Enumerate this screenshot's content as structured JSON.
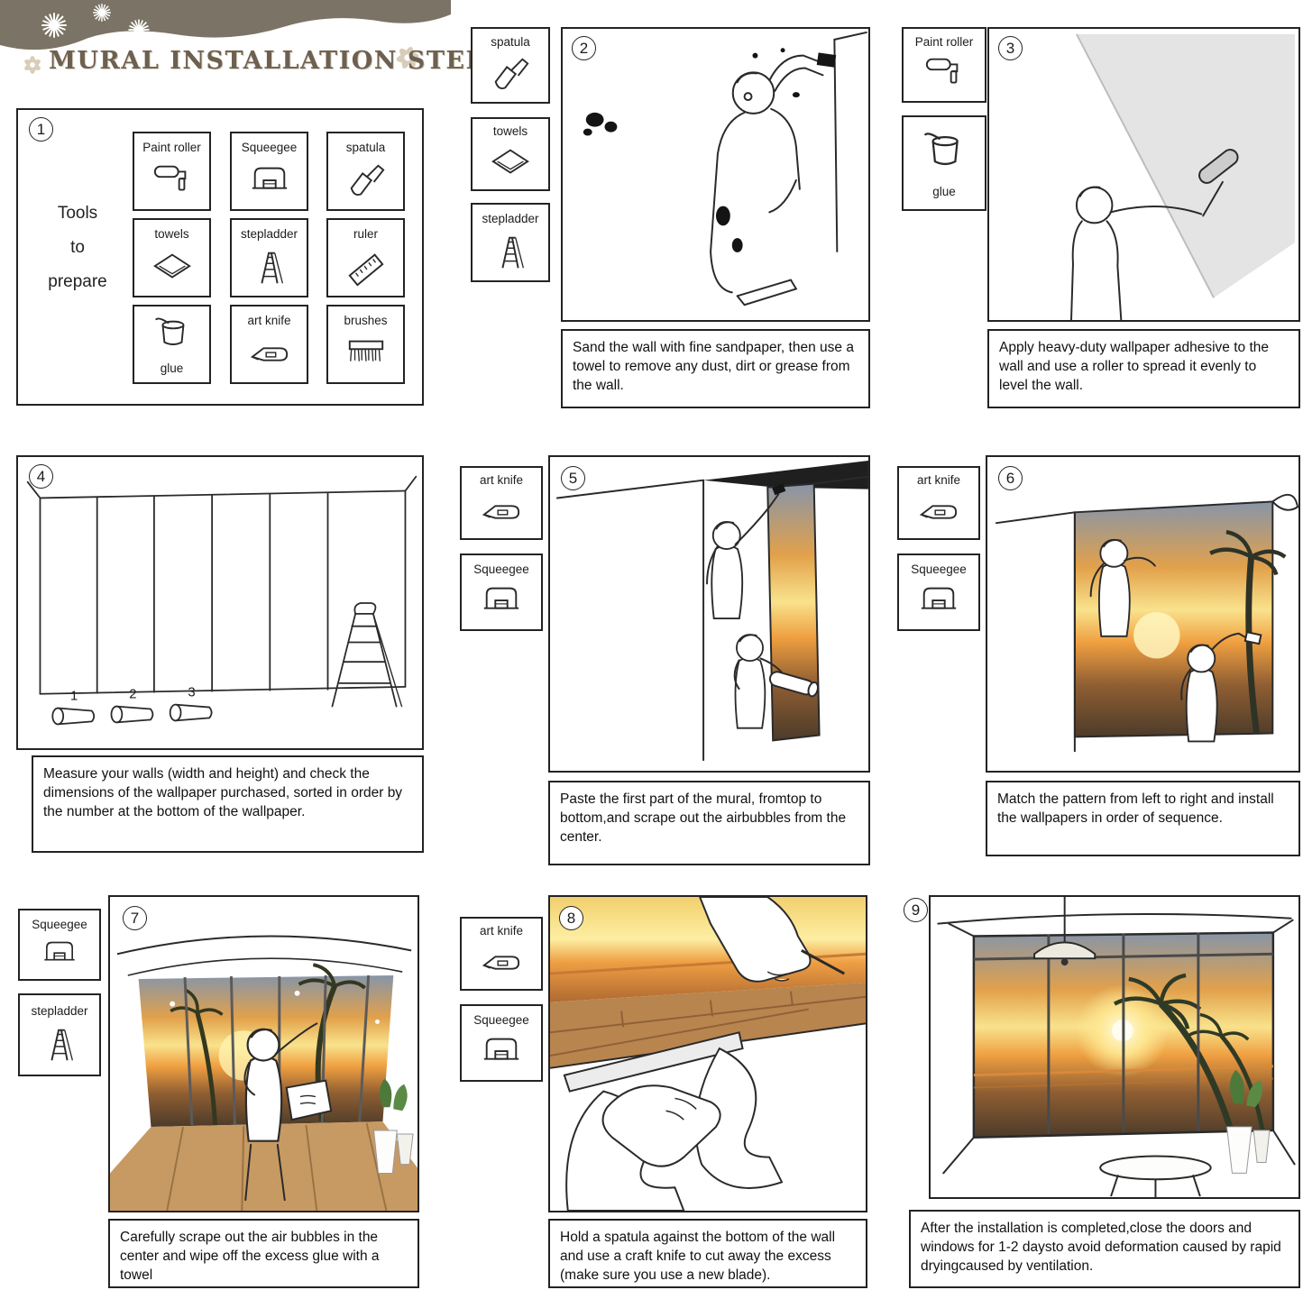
{
  "header": {
    "title": "MURAL INSTALLATION STEPS"
  },
  "tools": [
    {
      "label": "Paint roller",
      "icon": "paint-roller-icon"
    },
    {
      "label": "Squeegee",
      "icon": "squeegee-icon"
    },
    {
      "label": "spatula",
      "icon": "spatula-icon"
    },
    {
      "label": "towels",
      "icon": "towels-icon"
    },
    {
      "label": "stepladder",
      "icon": "stepladder-icon"
    },
    {
      "label": "ruler",
      "icon": "ruler-icon"
    },
    {
      "label": "glue",
      "icon": "glue-icon"
    },
    {
      "label": "art knife",
      "icon": "art-knife-icon"
    },
    {
      "label": "brushes",
      "icon": "brushes-icon"
    }
  ],
  "steps": {
    "s1": {
      "num": "1",
      "label": [
        "Tools",
        "to",
        "prepare"
      ]
    },
    "s2": {
      "num": "2",
      "caption": "Sand the wall with fine sandpaper, then use a towel to remove any dust, dirt or grease from the wall."
    },
    "s3": {
      "num": "3",
      "caption": "Apply heavy-duty wallpaper adhesive to the wall and use a roller to spread it evenly to level the wall."
    },
    "s4": {
      "num": "4",
      "roll_numbers": [
        "1",
        "2",
        "3"
      ],
      "caption": "Measure your walls (width and height) and check the dimensions of the wallpaper purchased, sorted in order by the number at the bottom of the wallpaper."
    },
    "s5": {
      "num": "5",
      "caption": "Paste the first part of the mural, fromtop to bottom,and scrape out the airbubbles from the center."
    },
    "s6": {
      "num": "6",
      "caption": "Match the pattern from left to right and install the wallpapers in order of sequence."
    },
    "s7": {
      "num": "7",
      "caption": "Carefully scrape out the air bubbles in the center and wipe off the excess glue with a towel"
    },
    "s8": {
      "num": "8",
      "caption": "Hold a spatula against the bottom of the wall and use a craft knife to cut away the excess (make sure you use a new blade)."
    },
    "s9": {
      "num": "9",
      "caption": "After the installation is completed,close the doors and windows for 1-2 daysto avoid deformation caused by rapid dryingcaused by ventilation."
    }
  },
  "colors": {
    "banner": "#7b7365",
    "title_text": "#6e6050",
    "line": "#2a2a2a",
    "sunset_orange": "#ef9f40",
    "sunset_yellow": "#f9e28c",
    "wood_floor": "#c79a63"
  }
}
